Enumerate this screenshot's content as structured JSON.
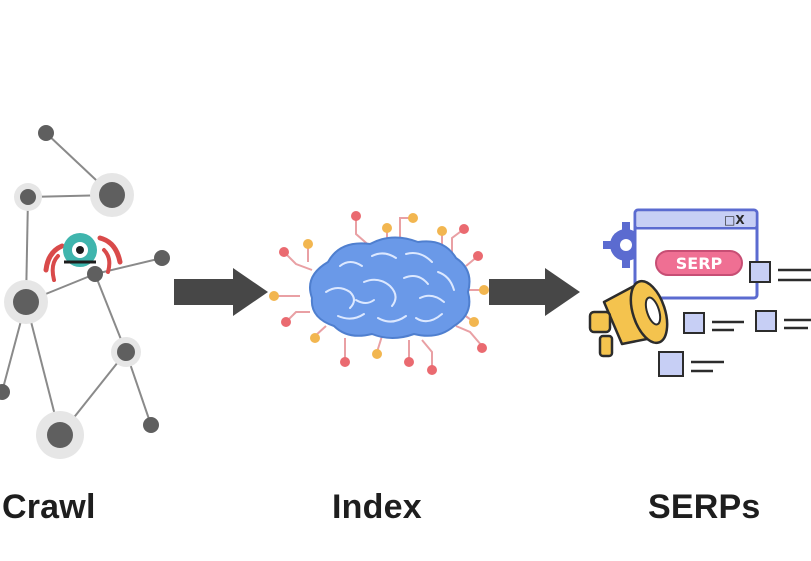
{
  "steps": [
    {
      "label": "Crawl",
      "icon": "spider-web-network-icon"
    },
    {
      "label": "Index",
      "icon": "brain-circuit-icon"
    },
    {
      "label": "SERPs",
      "icon": "search-results-page-icon"
    }
  ],
  "serp_badge": "SERP",
  "window_controls": "□X",
  "colors": {
    "text": "#1e1e1e",
    "arrow": "#474747",
    "node": "#5f5f5f",
    "node_halo": "#e5e5e5",
    "brain": "#6a99e8",
    "circuit_red": "#ea6a70",
    "circuit_orange": "#f2b650",
    "serp_frame": "#5b6bd0",
    "serp_fill": "#c7cff5",
    "badge": "#ef6f93",
    "megaphone": "#f4c34e"
  }
}
